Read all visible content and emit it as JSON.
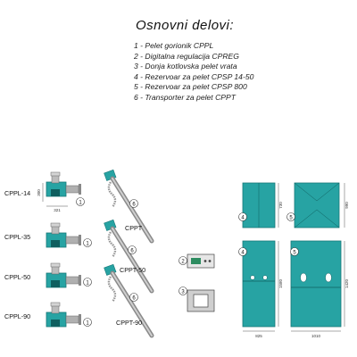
{
  "title": "Osnovni   delovi:",
  "parts": [
    "1 - Pelet gorionik CPPL",
    "2 - Digitalna regulacija CPREG",
    "3 - Donja kotlovska pelet vrata",
    "4 - Rezervoar za pelet CPSP 14-50",
    "5 - Rezervoar za pelet CPSP 800",
    "6 - Transporter za pelet CPPT"
  ],
  "burners": [
    "CPPL-14",
    "CPPL-35",
    "CPPL-50",
    "CPPL-90"
  ],
  "burner_dims": {
    "height": "300",
    "width": "321"
  },
  "transporters": [
    "CPPT",
    "CPPT-50",
    "CPPT-90"
  ],
  "callouts": [
    "1",
    "2",
    "3",
    "4",
    "5",
    "6"
  ],
  "tank_small_dims": {
    "depth": "730",
    "height": "1580",
    "width": "825"
  },
  "tank_large_dims": {
    "depth": "990",
    "height": "1420",
    "width": "1010"
  },
  "colors": {
    "teal": "#27a3a3",
    "teal_dark": "#177777",
    "gray": "#9a9a9a",
    "outline": "#444444"
  }
}
